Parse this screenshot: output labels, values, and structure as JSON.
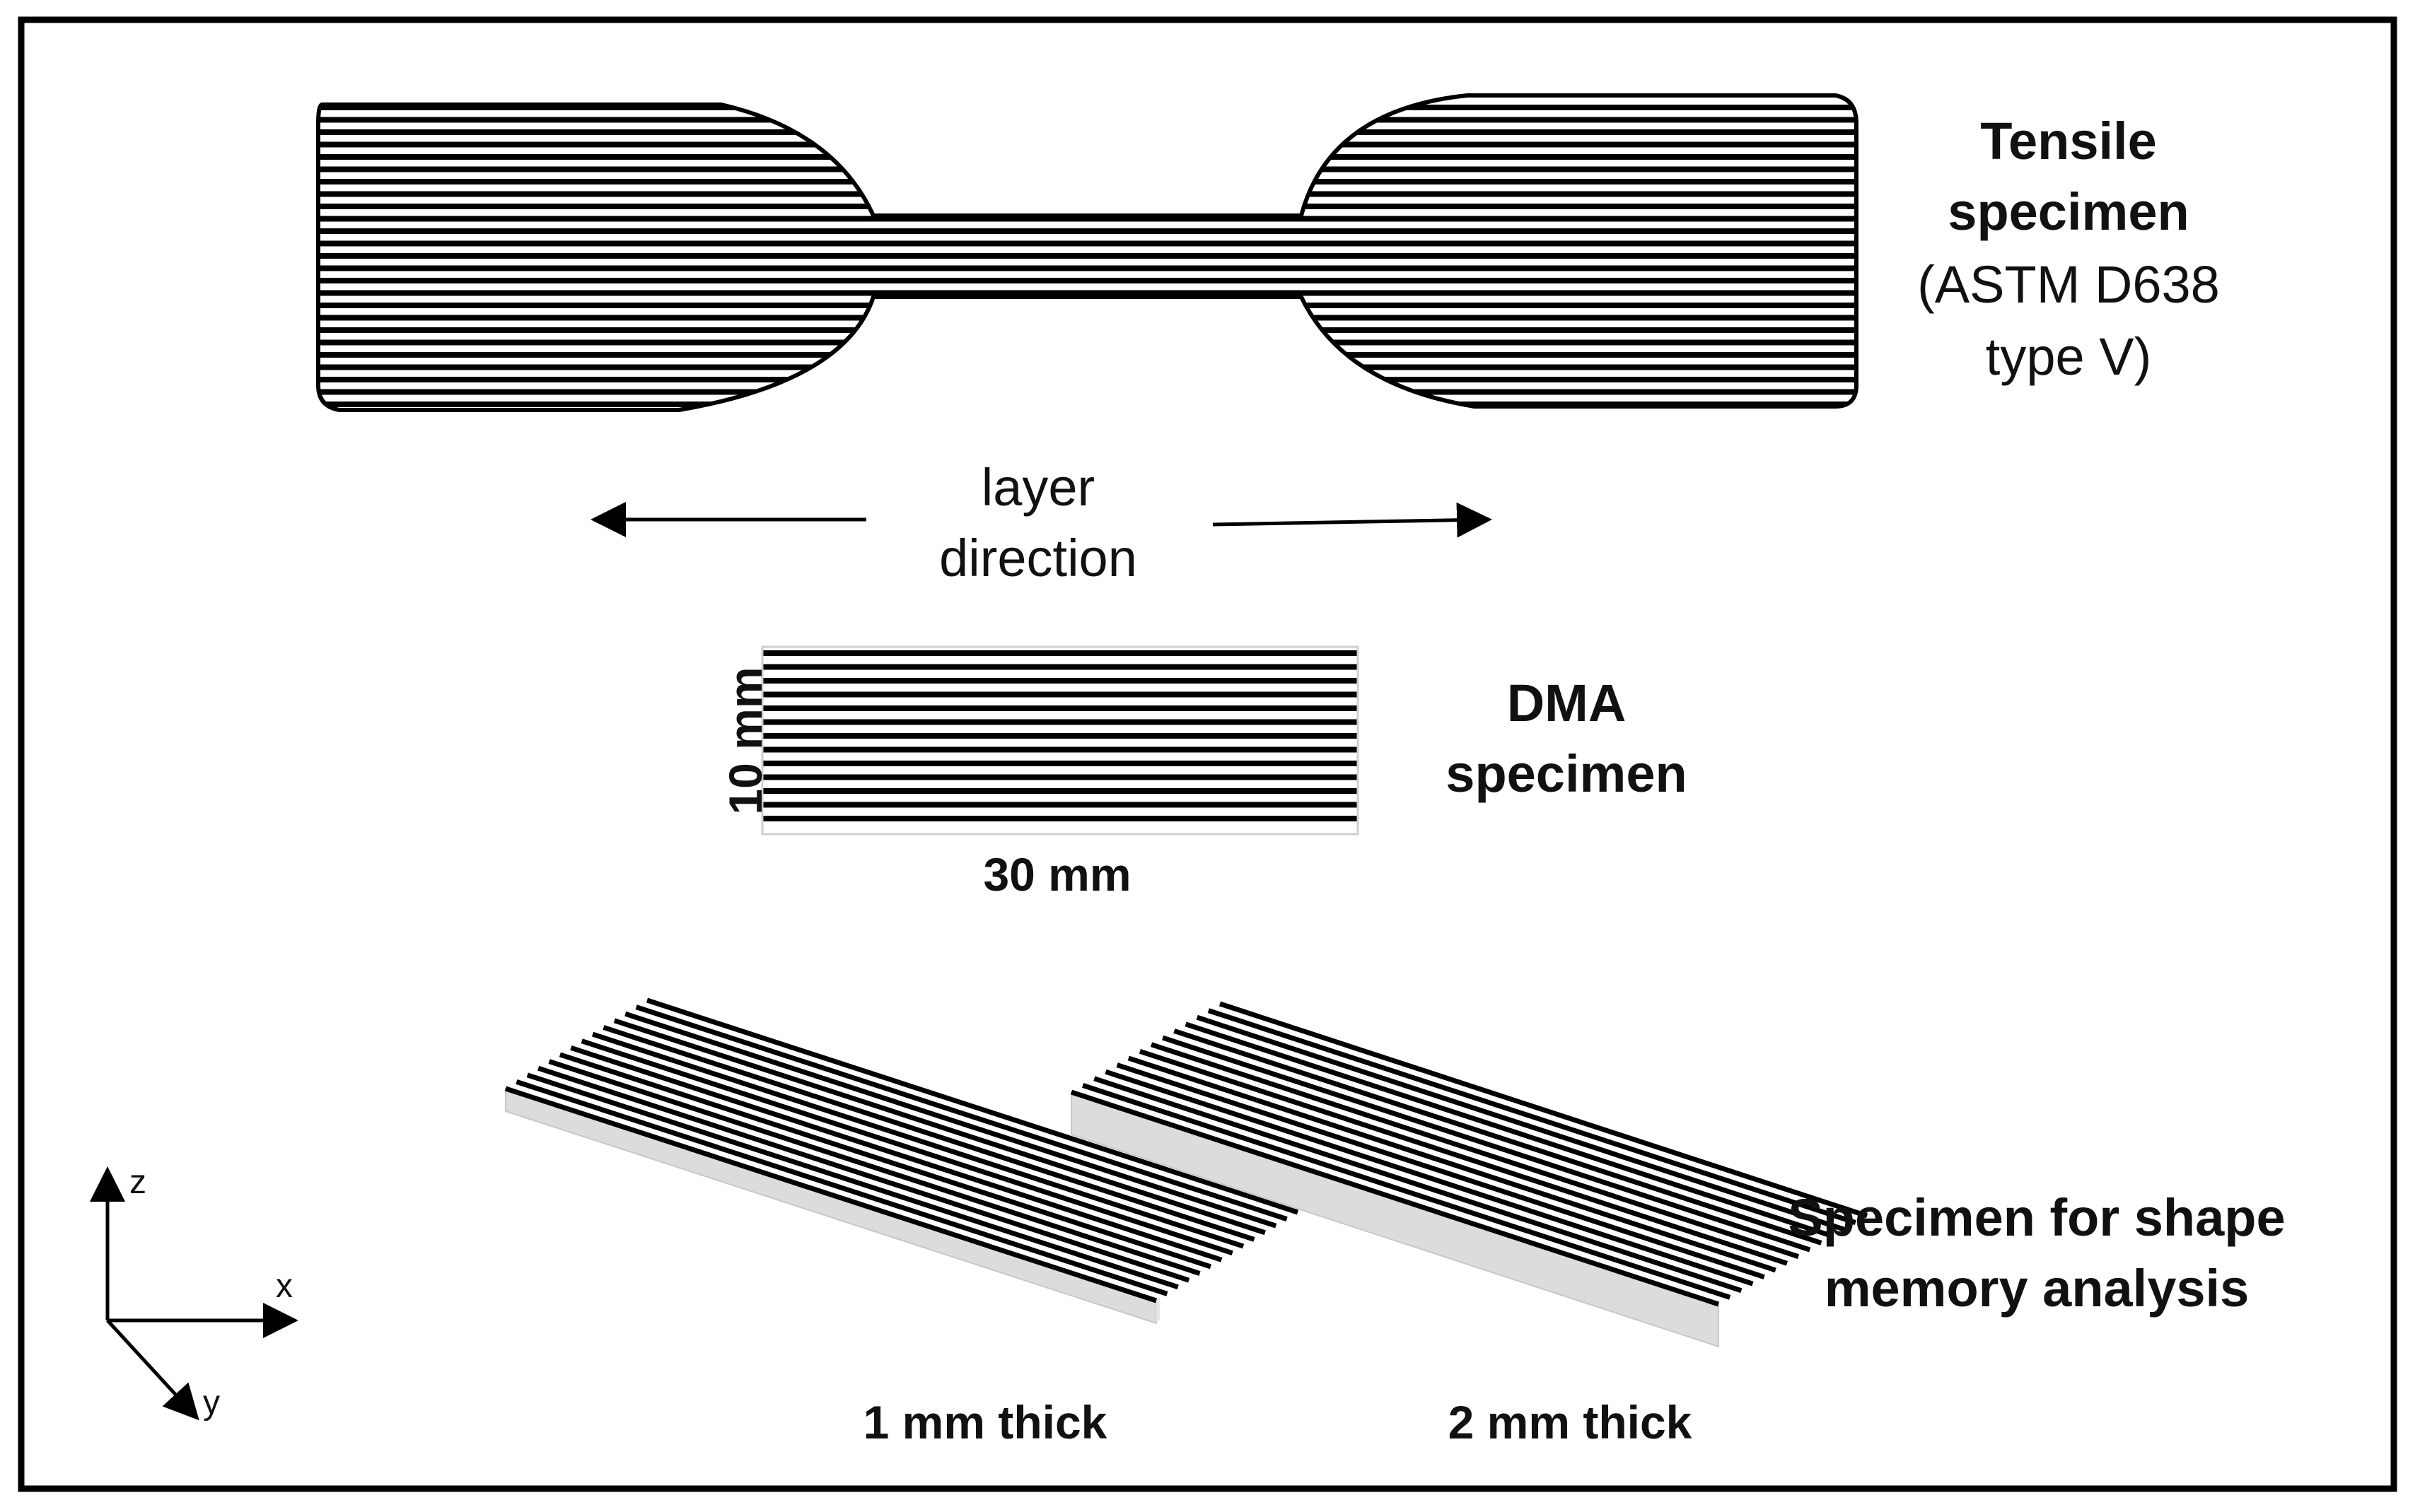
{
  "tensile": {
    "title_line1": "Tensile",
    "title_line2": "specimen",
    "subtitle_line1": "(ASTM D638",
    "subtitle_line2": "type V)"
  },
  "layer_direction": {
    "line1": "layer",
    "line2": "direction"
  },
  "dma": {
    "title_line1": "DMA",
    "title_line2": "specimen",
    "height_label": "10 mm",
    "width_label": "30 mm"
  },
  "shape_memory": {
    "title_line1": "Specimen for shape",
    "title_line2": "memory analysis",
    "thin_label": "1 mm thick",
    "thick_label": "2 mm thick"
  },
  "axes": {
    "z": "z",
    "x": "x",
    "y": "y"
  },
  "colors": {
    "stripe": "#000000",
    "plate_edge": "#d9d9d9",
    "border": "#000000"
  }
}
